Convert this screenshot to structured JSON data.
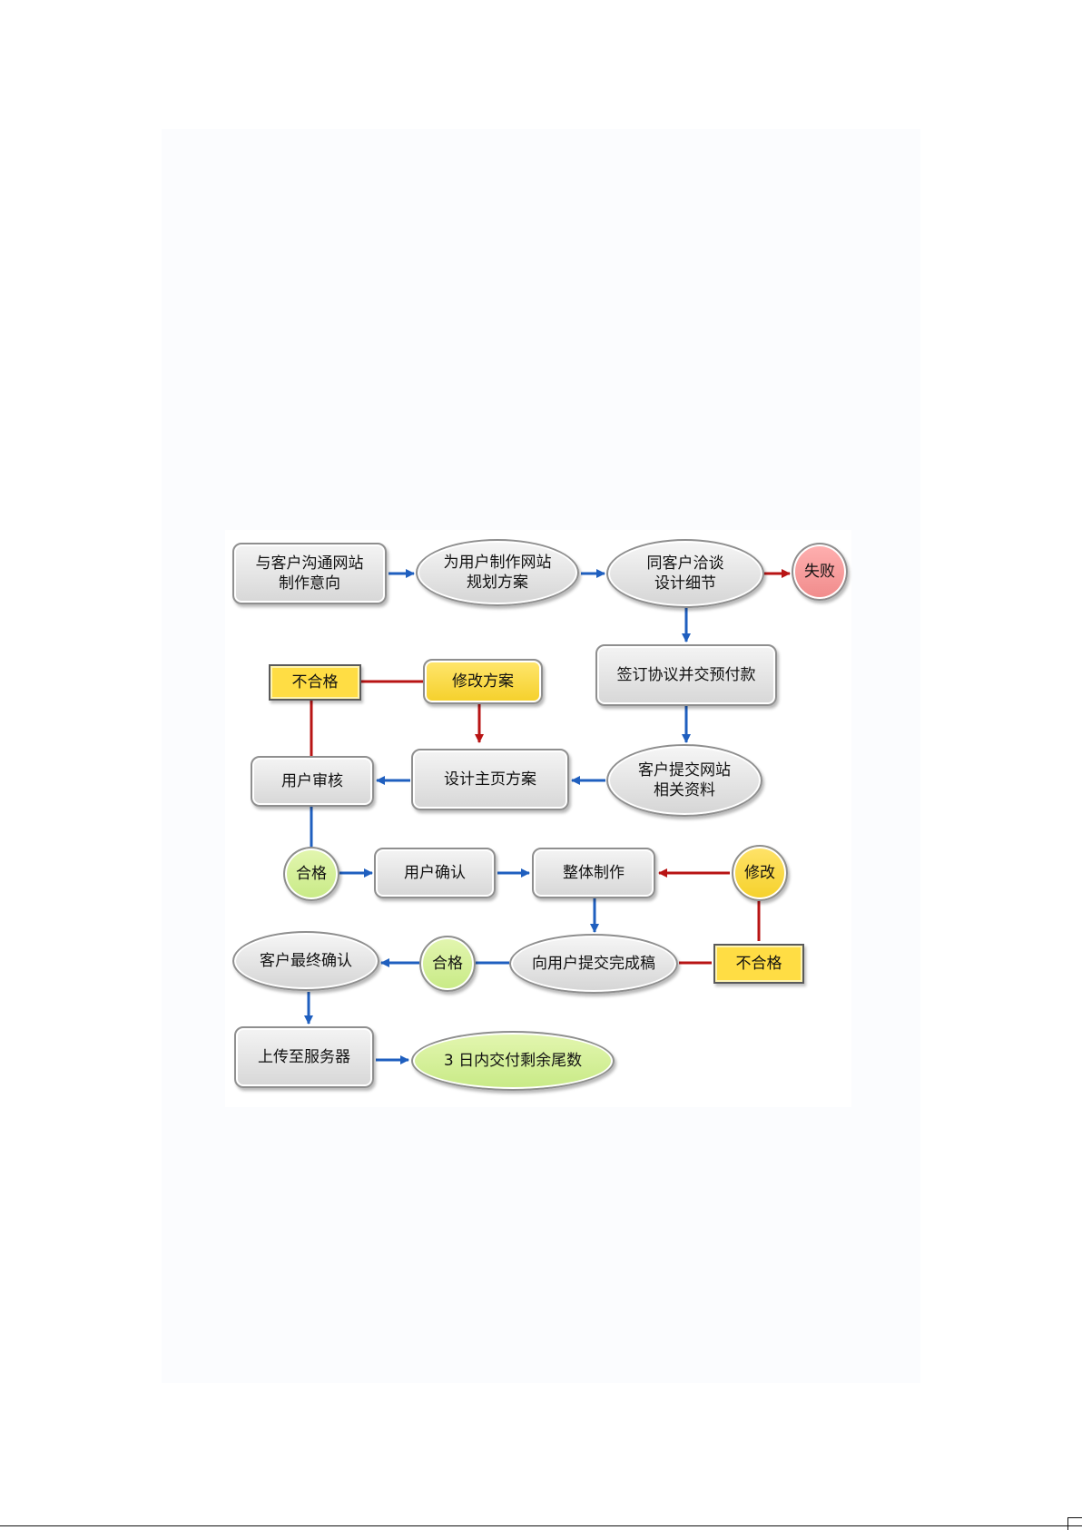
{
  "nodes": {
    "communicate": "与客户沟通网站\n制作意向",
    "plan": "为用户制作网站\n规划方案",
    "negotiate": "同客户洽谈\n设计细节",
    "fail": "失败",
    "sign": "签订协议并交预付款",
    "fail_top": "不合格",
    "revise_plan": "修改方案",
    "submit_materials": "客户提交网站\n相关资料",
    "design_home": "设计主页方案",
    "user_review": "用户审核",
    "pass_1": "合格",
    "user_confirm": "用户确认",
    "build": "整体制作",
    "revise": "修改",
    "submit_final": "向用户提交完成稿",
    "fail_bottom": "不合格",
    "pass_2": "合格",
    "final_confirm": "客户最终确认",
    "upload": "上传至服务器",
    "pay_balance": "3 日内交付剩余尾数"
  },
  "colors": {
    "arrow_blue": "#1f5fbf",
    "arrow_red": "#b81414",
    "node_gray": "#d9d9d9",
    "node_yellow": "#ffdd44",
    "node_green": "#cdeb8b",
    "node_red": "#f59090"
  }
}
